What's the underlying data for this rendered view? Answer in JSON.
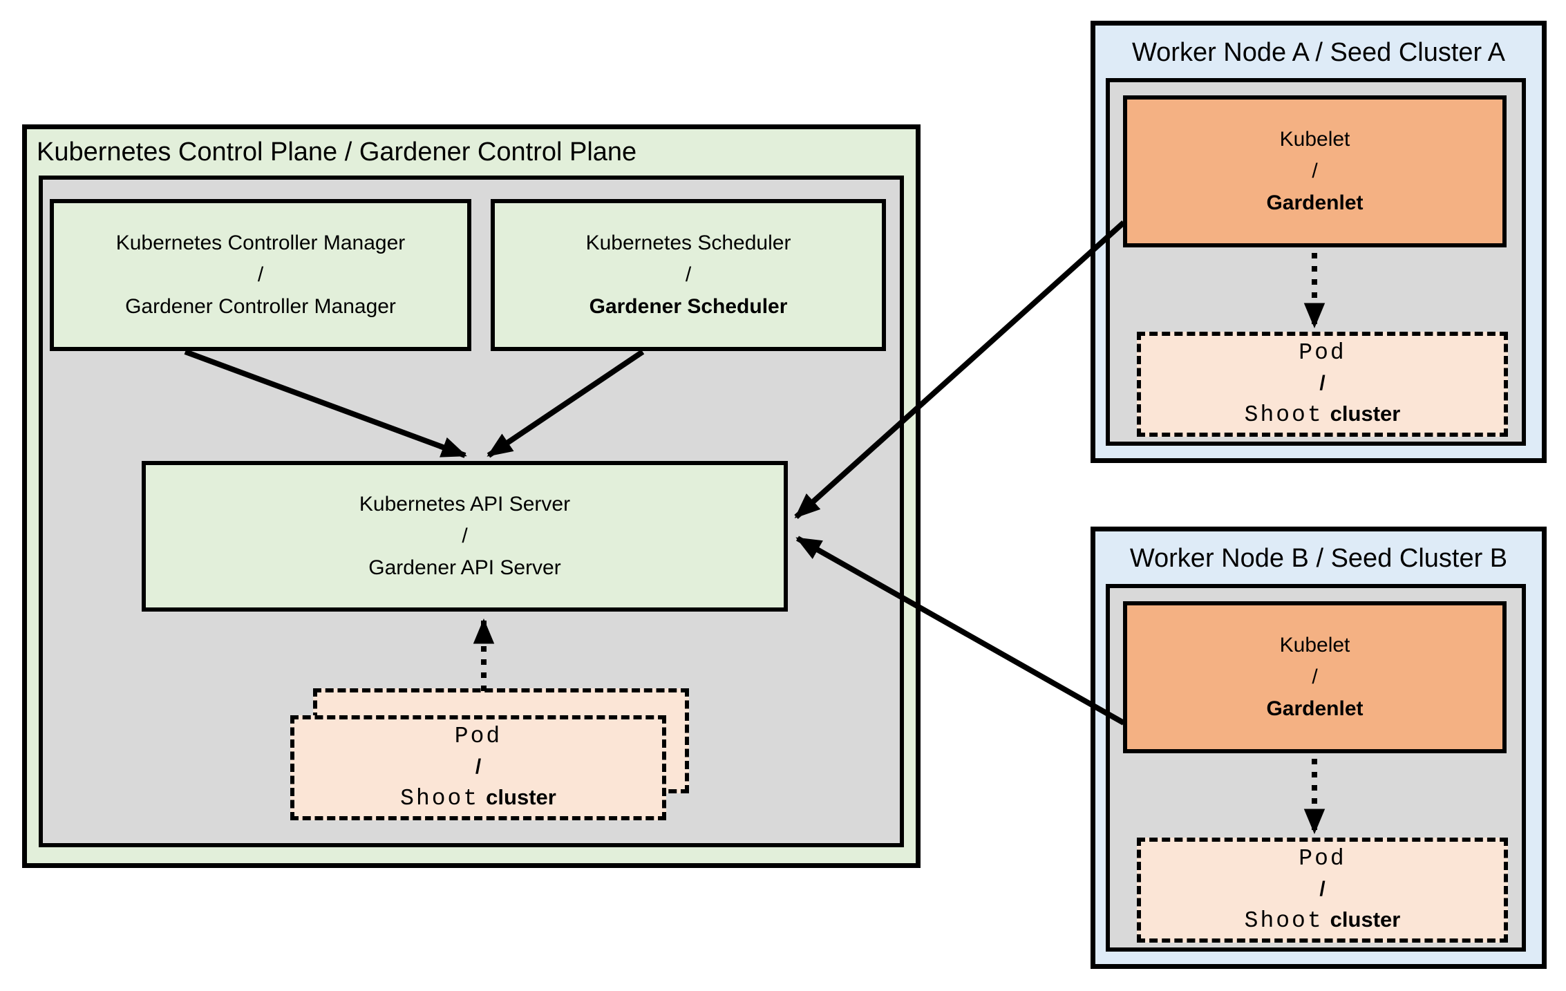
{
  "colors": {
    "control_plane_bg": "#E2EFDA",
    "component_bg": "#E2EFDA",
    "inner_panel_bg": "#D9D9D9",
    "worker_node_bg": "#DEEBF7",
    "kubelet_bg": "#F4B183",
    "pod_bg": "#FBE5D6",
    "border": "#000000"
  },
  "control_plane": {
    "title": "Kubernetes Control Plane / Gardener Control Plane",
    "controller_manager": {
      "line1": "Kubernetes Controller Manager",
      "sep": "/",
      "line2": "Gardener Controller Manager"
    },
    "scheduler": {
      "line1": "Kubernetes Scheduler",
      "sep": "/",
      "line2": "Gardener Scheduler"
    },
    "api_server": {
      "line1": "Kubernetes API Server",
      "sep": "/",
      "line2": "Gardener API Server"
    }
  },
  "pod_box": {
    "line1": "Pod",
    "sep": "/",
    "line2_mono": "Shoot",
    "line2_sans": "cluster"
  },
  "worker_node_a": {
    "title": "Worker Node A / Seed Cluster A",
    "kubelet": {
      "line1": "Kubelet",
      "sep": "/",
      "line2": "Gardenlet"
    }
  },
  "worker_node_b": {
    "title": "Worker Node B / Seed Cluster B",
    "kubelet": {
      "line1": "Kubelet",
      "sep": "/",
      "line2": "Gardenlet"
    }
  }
}
